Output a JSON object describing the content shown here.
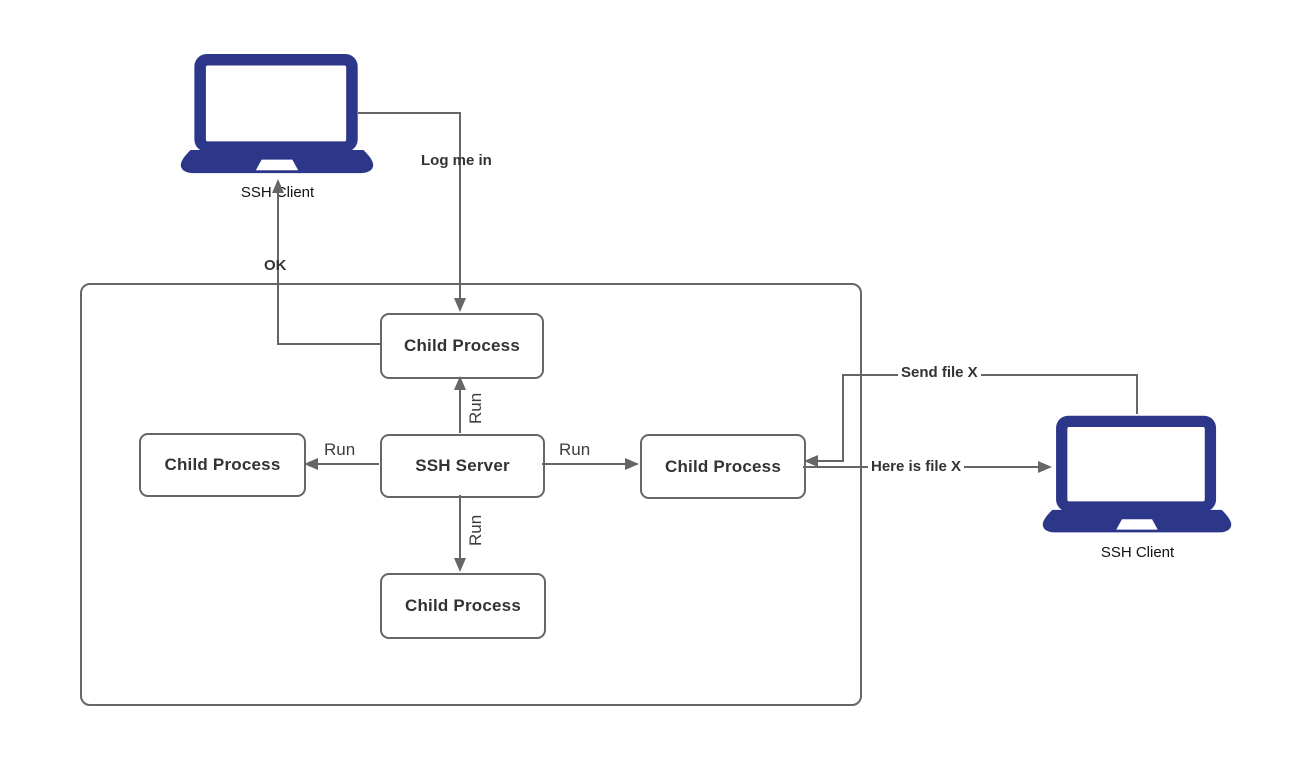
{
  "diagram_type": "ssh-architecture-flow",
  "colors": {
    "laptop_fill": "#2d3789",
    "line": "#666666",
    "box_border": "#666666",
    "box_text": "#333333",
    "background": "#ffffff"
  },
  "clients": {
    "left": {
      "label": "SSH Client"
    },
    "right": {
      "label": "SSH Client"
    }
  },
  "nodes": {
    "child_top": {
      "label": "Child Process"
    },
    "child_left": {
      "label": "Child Process"
    },
    "ssh_server": {
      "label": "SSH Server"
    },
    "child_right": {
      "label": "Child Process"
    },
    "child_bottom": {
      "label": "Child Process"
    }
  },
  "edges": {
    "log_me_in": {
      "label": "Log me in",
      "from": "ssh-client-left",
      "to": "child-process-top"
    },
    "ok": {
      "label": "OK",
      "from": "child-process-top",
      "to": "ssh-client-left"
    },
    "run_up": {
      "label": "Run",
      "from": "ssh-server",
      "to": "child-process-top"
    },
    "run_left": {
      "label": "Run",
      "from": "ssh-server",
      "to": "child-process-left"
    },
    "run_right": {
      "label": "Run",
      "from": "ssh-server",
      "to": "child-process-right"
    },
    "run_down": {
      "label": "Run",
      "from": "ssh-server",
      "to": "child-process-bottom"
    },
    "send_file": {
      "label": "Send file X",
      "from": "ssh-client-right",
      "to": "child-process-right"
    },
    "here_is_file": {
      "label": "Here is file X",
      "from": "child-process-right",
      "to": "ssh-client-right"
    }
  }
}
